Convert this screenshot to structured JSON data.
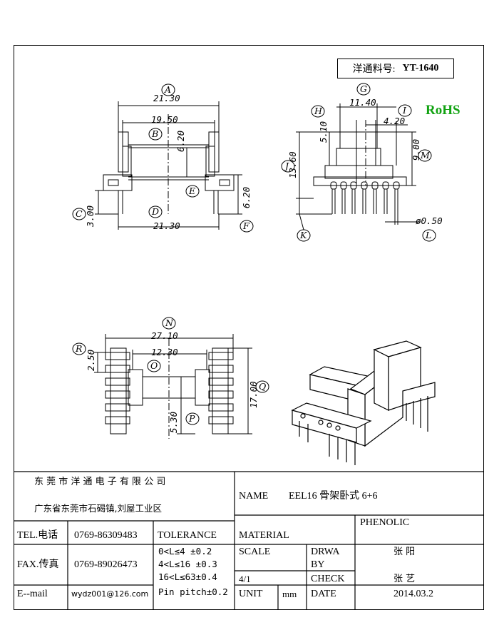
{
  "header": {
    "part_label": "洋通料号:",
    "part_number": "YT-1640",
    "rohs": "RoHS"
  },
  "drawing": {
    "dimensions": {
      "A": "21.30",
      "B": "19.50",
      "E": "6.20",
      "C": "3.00",
      "D": "21.30",
      "F": "6.20",
      "G": "11.40",
      "I": "4.20",
      "H": "5.10",
      "J": "13.60",
      "M": "9.00",
      "L": "ø0.50",
      "N": "27.10",
      "O": "12.30",
      "R": "2.50",
      "Q": "17.00",
      "P": "5.30"
    },
    "labels": [
      "A",
      "B",
      "C",
      "D",
      "E",
      "F",
      "G",
      "H",
      "I",
      "J",
      "K",
      "L",
      "M",
      "N",
      "O",
      "P",
      "Q",
      "R"
    ]
  },
  "title_block": {
    "company": "东 莞 市 洋 通 电 子 有 限 公 司",
    "address": "广东省东莞市石碣镇,刘屋工业区",
    "name_label": "NAME",
    "name_value": "EEL16 骨架卧式 6+6",
    "tel_label": "TEL.电话",
    "tel_value": "0769-86309483",
    "tolerance_label": "TOLERANCE",
    "material_label": "MATERIAL",
    "material_value": "PHENOLIC",
    "fax_label": "FAX.传真",
    "fax_value": "0769-89026473",
    "tol1": "0<L≤4   ±0.2",
    "tol2": "4<L≤16  ±0.3",
    "tol3": "16<L≤63±0.4",
    "tol4": "Pin pitch±0.2",
    "scale_label": "SCALE",
    "scale_value": "4/1",
    "drawn_label_1": "DRWA",
    "drawn_label_2": "BY",
    "drawn_value": "张  阳",
    "check_label": "CHECK",
    "check_value": "张  艺",
    "email_label": "E--mail",
    "email_value": "wydz001@126.com",
    "unit_label": "UNIT",
    "unit_value": "mm",
    "date_label": "DATE",
    "date_value": "2014.03.2"
  }
}
